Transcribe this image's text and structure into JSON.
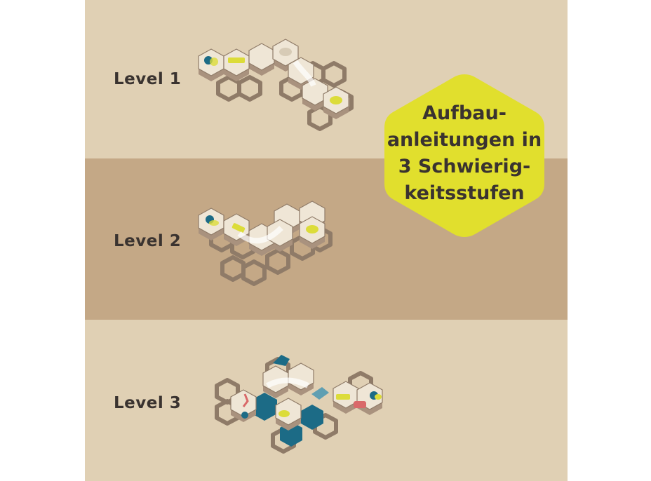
{
  "levels": [
    {
      "label": "Level 1"
    },
    {
      "label": "Level 2"
    },
    {
      "label": "Level 3"
    }
  ],
  "badge": {
    "lines": [
      "Aufbau-",
      "anleitungen in",
      "3 Schwierig-",
      "keitsstufen"
    ],
    "color": "#e1df2d",
    "text_color": "#3a3330"
  },
  "colors": {
    "band_light": "#e0d0b4",
    "band_dark": "#c4a886",
    "frame": "#a9927e",
    "tile": "#efe6d6",
    "accent_yellow": "#dcdc39",
    "accent_blue": "#1c6b86"
  }
}
